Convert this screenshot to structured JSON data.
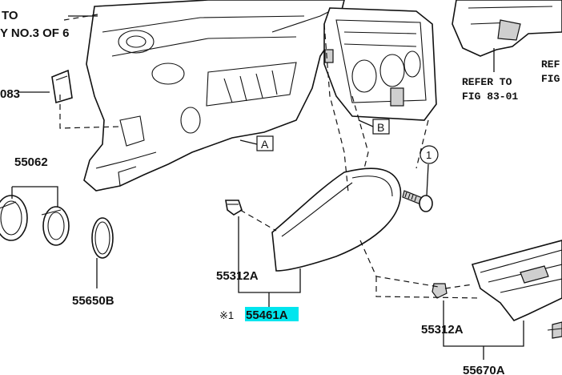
{
  "labels": {
    "top_left_line1": "TO",
    "top_left_line2": "Y NO.3 OF 6",
    "part_083": "083",
    "part_55062": "55062",
    "part_55650B": "55650B",
    "part_55312A_center": "55312A",
    "part_55461A": "55461A",
    "mark_55461A": "※1",
    "part_55312A_right": "55312A",
    "part_55670A": "55670A",
    "refer_line1": "REFER TO",
    "refer_line2": "FIG 83-01",
    "refer_cut_line1": "REF",
    "refer_cut_line2": "FIG",
    "callout_A": "A",
    "callout_B": "B",
    "callout_1": "1"
  },
  "colors": {
    "highlight": "#00e5ee",
    "ink": "#111111"
  }
}
